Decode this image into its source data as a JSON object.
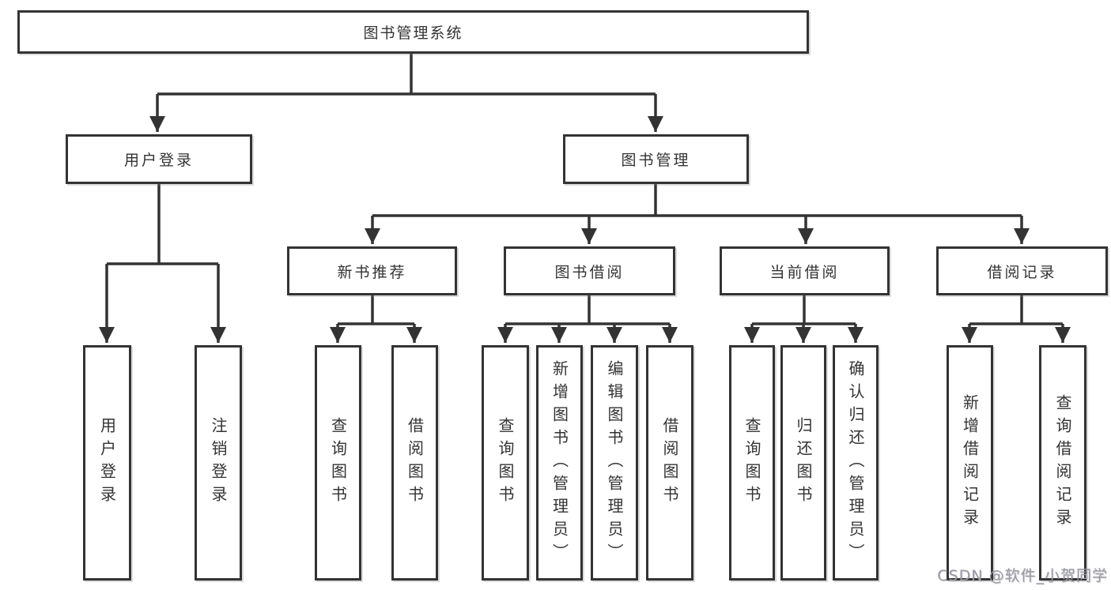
{
  "diagram": {
    "nodes": {
      "root": "图书管理系统",
      "l2": [
        "用户登录",
        "图书管理"
      ],
      "l3": [
        "新书推荐",
        "图书借阅",
        "当前借阅",
        "借阅记录"
      ],
      "l4": [
        [
          "用户登录",
          "注销登录"
        ],
        [
          "查询图书",
          "借阅图书"
        ],
        [
          "查询图书",
          "新增图书（管理员）",
          "编辑图书（管理员）",
          "借阅图书"
        ],
        [
          "查询图书",
          "归还图书",
          "确认归还（管理员）"
        ],
        [
          "新增借阅记录",
          "查询借阅记录"
        ]
      ]
    },
    "colors": {
      "line": "#333333",
      "box_border": "#333333",
      "background": "#ffffff"
    }
  },
  "watermark": {
    "text": "CSDN @软件_小贺同学",
    "color": "#9b9aa6"
  }
}
